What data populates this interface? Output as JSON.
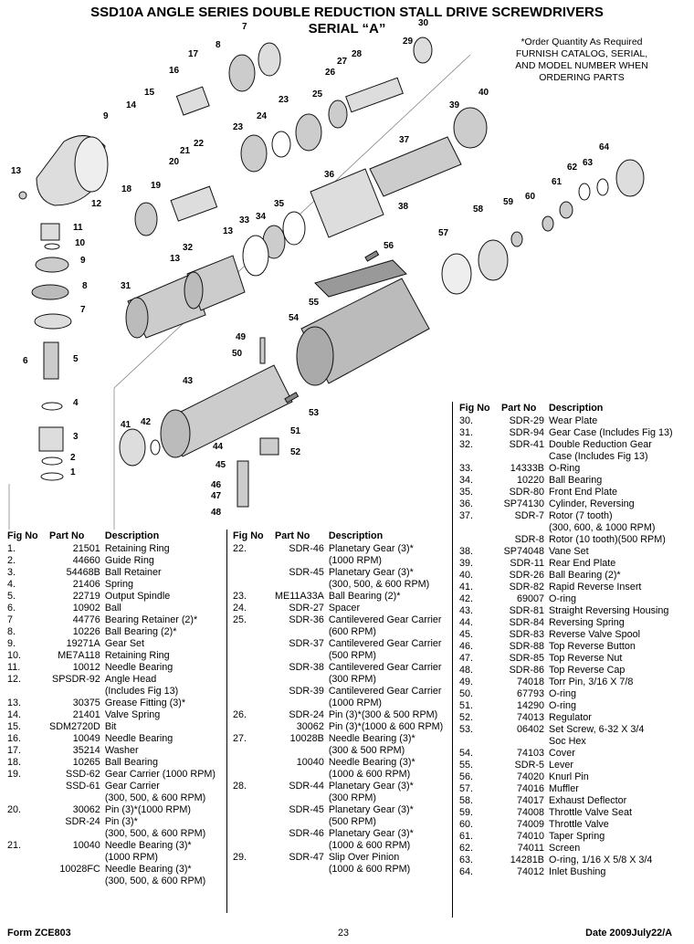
{
  "title_line1": "SSD10A ANGLE SERIES DOUBLE REDUCTION STALL DRIVE SCREWDRIVERS",
  "title_line2": "SERIAL “A”",
  "note_lines": [
    "*Order Quantity As Required",
    "FURNISH CATALOG, SERIAL,",
    "AND MODEL NUMBER WHEN",
    "ORDERING PARTS"
  ],
  "headers": {
    "fig": "Fig No",
    "part": "Part No",
    "desc": "Description"
  },
  "diagram_labels": [
    "1",
    "2",
    "3",
    "4",
    "5",
    "6",
    "7",
    "8",
    "9",
    "10",
    "11",
    "12",
    "13",
    "14",
    "15",
    "16",
    "17",
    "18",
    "19",
    "20",
    "21",
    "22",
    "23",
    "24",
    "25",
    "26",
    "27",
    "28",
    "29",
    "30",
    "31",
    "32",
    "33",
    "34",
    "35",
    "36",
    "37",
    "38",
    "39",
    "40",
    "41",
    "42",
    "43",
    "44",
    "45",
    "46",
    "47",
    "48",
    "49",
    "50",
    "51",
    "52",
    "53",
    "54",
    "55",
    "56",
    "57",
    "58",
    "59",
    "60",
    "61",
    "62",
    "63",
    "64"
  ],
  "col1": [
    [
      "1.",
      "21501",
      "Retaining Ring"
    ],
    [
      "2.",
      "44660",
      "Guide Ring"
    ],
    [
      "3.",
      "54468B",
      "Ball Retainer"
    ],
    [
      "4.",
      "21406",
      "Spring"
    ],
    [
      "5.",
      "22719",
      "Output Spindle"
    ],
    [
      "6.",
      "10902",
      "Ball"
    ],
    [
      "7",
      "44776",
      "Bearing Retainer (2)*"
    ],
    [
      "8.",
      "10226",
      "Ball Bearing (2)*"
    ],
    [
      "9.",
      "19271A",
      "Gear Set"
    ],
    [
      "10.",
      "ME7A118",
      "Retaining Ring"
    ],
    [
      "11.",
      "10012",
      "Needle Bearing"
    ],
    [
      "12.",
      "SPSDR-92",
      "Angle Head"
    ],
    [
      "",
      "",
      "(Includes Fig 13)"
    ],
    [
      "13.",
      "30375",
      "Grease Fitting (3)*"
    ],
    [
      "14.",
      "21401",
      "Valve Spring"
    ],
    [
      "15.",
      "SDM2720D",
      "Bit"
    ],
    [
      "16.",
      "10049",
      "Needle Bearing"
    ],
    [
      "17.",
      "35214",
      "Washer"
    ],
    [
      "18.",
      "10265",
      "Ball Bearing"
    ],
    [
      "19.",
      "SSD-62",
      "Gear Carrier (1000 RPM)"
    ],
    [
      "",
      "SSD-61",
      "Gear Carrier"
    ],
    [
      "",
      "",
      "(300, 500, & 600 RPM)"
    ],
    [
      "20.",
      "30062",
      "Pin (3)*(1000 RPM)"
    ],
    [
      "",
      "SDR-24",
      "Pin (3)*"
    ],
    [
      "",
      "",
      "(300, 500, & 600 RPM)"
    ],
    [
      "21.",
      "10040",
      "Needle Bearing (3)*"
    ],
    [
      "",
      "",
      "(1000 RPM)"
    ],
    [
      "",
      "10028FC",
      "Needle Bearing (3)*"
    ],
    [
      "",
      "",
      "(300, 500, & 600 RPM)"
    ]
  ],
  "col2": [
    [
      "22.",
      "SDR-46",
      "Planetary Gear (3)*"
    ],
    [
      "",
      "",
      "(1000 RPM)"
    ],
    [
      "",
      "SDR-45",
      "Planetary Gear (3)*"
    ],
    [
      "",
      "",
      "(300, 500, & 600 RPM)"
    ],
    [
      "23.",
      "ME11A33A",
      "Ball Bearing (2)*"
    ],
    [
      "24.",
      "SDR-27",
      "Spacer"
    ],
    [
      "25.",
      "SDR-36",
      "Cantilevered Gear Carrier"
    ],
    [
      "",
      "",
      "(600 RPM)"
    ],
    [
      "",
      "SDR-37",
      "Cantilevered Gear Carrier"
    ],
    [
      "",
      "",
      "(500 RPM)"
    ],
    [
      "",
      "SDR-38",
      "Cantilevered Gear Carrier"
    ],
    [
      "",
      "",
      "(300 RPM)"
    ],
    [
      "",
      "SDR-39",
      "Cantilevered Gear Carrier"
    ],
    [
      "",
      "",
      "(1000 RPM)"
    ],
    [
      "26.",
      "SDR-24",
      "Pin (3)*(300 & 500 RPM)"
    ],
    [
      "",
      "30062",
      "Pin (3)*(1000 & 600 RPM)"
    ],
    [
      "27.",
      "10028B",
      "Needle Bearing (3)*"
    ],
    [
      "",
      "",
      "(300 & 500 RPM)"
    ],
    [
      "",
      "10040",
      "Needle Bearing (3)*"
    ],
    [
      "",
      "",
      "(1000 & 600 RPM)"
    ],
    [
      "28.",
      "SDR-44",
      "Planetary Gear (3)*"
    ],
    [
      "",
      "",
      "(300 RPM)"
    ],
    [
      "",
      "SDR-45",
      "Planetary Gear (3)*"
    ],
    [
      "",
      "",
      "(500 RPM)"
    ],
    [
      "",
      "SDR-46",
      "Planetary Gear (3)*"
    ],
    [
      "",
      "",
      "(1000 & 600 RPM)"
    ],
    [
      "29.",
      "SDR-47",
      "Slip Over Pinion"
    ],
    [
      "",
      "",
      "(1000 & 600 RPM)"
    ]
  ],
  "col3": [
    [
      "30.",
      "SDR-29",
      "Wear Plate"
    ],
    [
      "31.",
      "SDR-94",
      "Gear Case (Includes Fig 13)"
    ],
    [
      "32.",
      "SDR-41",
      "Double Reduction Gear"
    ],
    [
      "",
      "",
      "Case (Includes Fig 13)"
    ],
    [
      "33.",
      "14333B",
      "O-Ring"
    ],
    [
      "34.",
      "10220",
      "Ball Bearing"
    ],
    [
      "35.",
      "SDR-80",
      "Front End Plate"
    ],
    [
      "36.",
      "SP74130",
      "Cylinder, Reversing"
    ],
    [
      "37.",
      "SDR-7",
      "Rotor (7 tooth)"
    ],
    [
      "",
      "",
      "(300, 600, & 1000 RPM)"
    ],
    [
      "",
      "SDR-8",
      "Rotor (10 tooth)(500 RPM)"
    ],
    [
      "38.",
      "SP74048",
      "Vane Set"
    ],
    [
      "39.",
      "SDR-11",
      "Rear End Plate"
    ],
    [
      "40.",
      "SDR-26",
      "Ball Bearing (2)*"
    ],
    [
      "41.",
      "SDR-82",
      "Rapid Reverse Insert"
    ],
    [
      "42.",
      "69007",
      "O-ring"
    ],
    [
      "43.",
      "SDR-81",
      "Straight Reversing Housing"
    ],
    [
      "44.",
      "SDR-84",
      "Reversing Spring"
    ],
    [
      "45.",
      "SDR-83",
      "Reverse Valve Spool"
    ],
    [
      "46.",
      "SDR-88",
      "Top Reverse Button"
    ],
    [
      "47.",
      "SDR-85",
      "Top Reverse Nut"
    ],
    [
      "48.",
      "SDR-86",
      "Top Reverse Cap"
    ],
    [
      "49.",
      "74018",
      "Torr Pin, 3/16 X 7/8"
    ],
    [
      "50.",
      "67793",
      "O-ring"
    ],
    [
      "51.",
      "14290",
      "O-ring"
    ],
    [
      "52.",
      "74013",
      "Regulator"
    ],
    [
      "53.",
      "06402",
      "Set Screw, 6-32 X 3/4"
    ],
    [
      "",
      "",
      "Soc Hex"
    ],
    [
      "54.",
      "74103",
      "Cover"
    ],
    [
      "55.",
      "SDR-5",
      "Lever"
    ],
    [
      "56.",
      "74020",
      "Knurl Pin"
    ],
    [
      "57.",
      "74016",
      "Muffler"
    ],
    [
      "58.",
      "74017",
      "Exhaust Deflector"
    ],
    [
      "59.",
      "74008",
      "Throttle Valve Seat"
    ],
    [
      "60.",
      "74009",
      "Throttle Valve"
    ],
    [
      "61.",
      "74010",
      "Taper Spring"
    ],
    [
      "62.",
      "74011",
      "Screen"
    ],
    [
      "63.",
      "14281B",
      "O-ring, 1/16 X 5/8 X 3/4"
    ],
    [
      "64.",
      "74012",
      "Inlet Bushing"
    ]
  ],
  "footer_left": "Form ZCE803",
  "footer_center": "23",
  "footer_right": "Date 2009July22/A"
}
